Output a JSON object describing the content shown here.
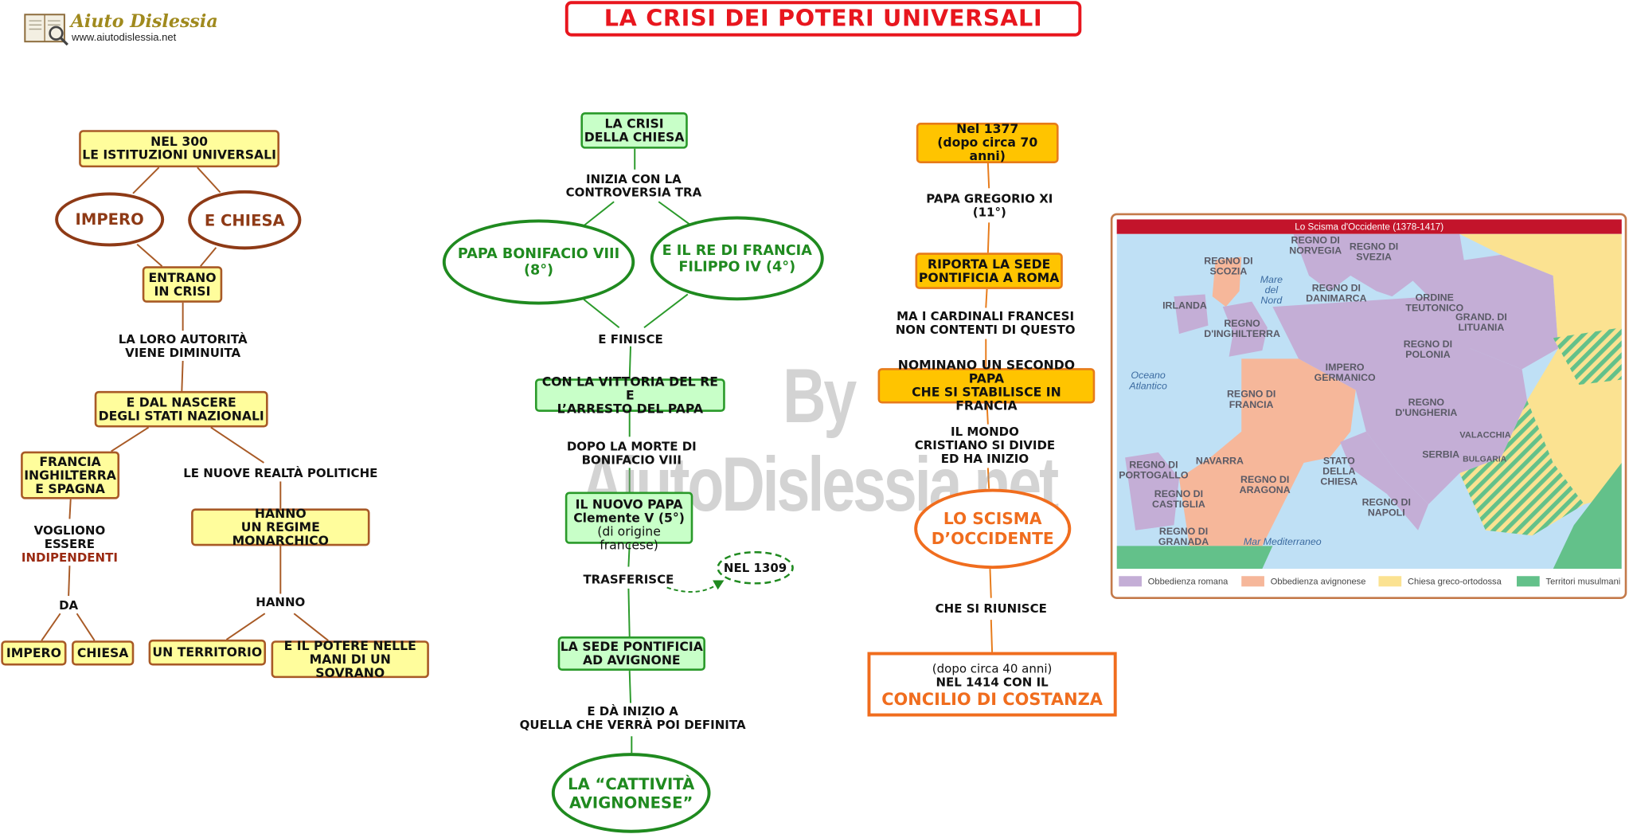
{
  "title": "LA CRISI DEI POTERI UNIVERSALI",
  "logo": {
    "name": "Aiuto Dislessia",
    "url": "www.aiutodislessia.net"
  },
  "watermark": "By AiutoDislessia.net",
  "colors": {
    "title_red": "#e8161e",
    "yellow_box": "#fffd9c",
    "green_box": "#c8ffc8",
    "orange_box": "#ffc400",
    "brown": "#8e3a16",
    "green": "#1f8a1f",
    "orange": "#f06d1e"
  },
  "left": {
    "nel300": "NEL 300\nLE ISTITUZIONI UNIVERSALI",
    "impero": "IMPERO",
    "chiesa": "E CHIESA",
    "entrano": "ENTRANO\nIN CRISI",
    "autorita": "LA LORO AUTORITÀ\nVIENE DIMINUITA",
    "stati": "E DAL NASCERE\nDEGLI STATI NAZIONALI",
    "francia": "FRANCIA\nINGHILTERRA\nE SPAGNA",
    "realta": "LE NUOVE REALTÀ POLITICHE",
    "vogliono": "VOGLIONO\nESSERE",
    "indipendenti": "INDIPENDENTI",
    "hanno_regime": "HANNO\nUN REGIME MONARCHICO",
    "da": "DA",
    "hanno": "HANNO",
    "impero2": "IMPERO",
    "chiesa2": "CHIESA",
    "territorio": "UN TERRITORIO",
    "potere": "E IL POTERE NELLE\nMANI DI UN SOVRANO"
  },
  "center": {
    "crisi": "LA CRISI\nDELLA CHIESA",
    "inizia": "INIZIA CON LA\nCONTROVERSIA TRA",
    "bonifacio": "PAPA BONIFACIO VIII\n(8°)",
    "filippo": "E IL RE DI FRANCIA\nFILIPPO IV (4°)",
    "finisce": "E FINISCE",
    "vittoria": "CON LA VITTORIA DEL RE E\nL’ARRESTO DEL PAPA",
    "morte": "DOPO LA MORTE DI\nBONIFACIO VIII",
    "nuovo_papa": "IL NUOVO PAPA\nClemente V (5°)",
    "origine": "(di origine francese)",
    "trasferisce": "TRASFERISCE",
    "nel1309": "NEL 1309",
    "sede": "LA SEDE PONTIFICIA\nAD AVIGNONE",
    "inizio": "E DÀ INIZIO A\nQUELLA CHE VERRÀ POI DEFINITA",
    "cattivita": "LA “CATTIVITÀ\nAVIGNONESE”"
  },
  "right": {
    "nel1377": "Nel 1377\n(dopo circa 70 anni)",
    "gregorio": "PAPA GREGORIO XI\n(11°)",
    "riporta": "RIPORTA LA SEDE\nPONTIFICIA A ROMA",
    "cardinali": "MA I CARDINALI FRANCESI\nNON CONTENTI DI QUESTO",
    "nominano": "NOMINANO UN SECONDO PAPA\nCHE SI STABILISCE IN FRANCIA",
    "mondo": "IL MONDO\nCRISTIANO SI DIVIDE\nED HA INIZIO",
    "scisma": "LO SCISMA\nD’OCCIDENTE",
    "riunisce": "CHE SI RIUNISCE",
    "dopo40": "(dopo circa 40 anni)",
    "nel1414": "NEL 1414 CON IL",
    "concilio": "CONCILIO DI COSTANZA"
  },
  "map": {
    "title": "Lo Scisma d'Occidente (1378-1417)",
    "colors": {
      "romana": "#c4aed6",
      "avignonese": "#f6b79a",
      "ortodossa": "#fbe291",
      "musulmani": "#63c18a",
      "sea": "#bfe0f5"
    },
    "labels": [
      "REGNO DI\nSCOZIA",
      "REGNO DI\nNORVEGIA",
      "REGNO DI\nSVEZIA",
      "IRLANDA",
      "REGNO DI\nDANIMARCA",
      "ORDINE\nTEUTONICO",
      "GRAND. DI\nLITUANIA",
      "REGNO\nD'INGHILTERRA",
      "REGNO DI\nPOLONIA",
      "IMPERO\nGERMANICO",
      "REGNO DI\nFRANCIA",
      "REGNO\nD'UNGHERIA",
      "VALACCHIA",
      "SERBIA",
      "BULGARIA",
      "REGNO DI\nPORTOGALLO",
      "NAVARRA",
      "REGNO DI\nARAGONA",
      "STATO\nDELLA\nCHIESA",
      "REGNO DI\nCASTIGLIA",
      "REGNO DI\nNAPOLI",
      "REGNO DI\nGRANADA"
    ],
    "seas": [
      "Mare\ndel\nNord",
      "Oceano\nAtlantico",
      "Mar Mediterraneo"
    ],
    "legend": [
      "Obbedienza romana",
      "Obbedienza avignonese",
      "Chiesa greco-ortodossa",
      "Territori musulmani"
    ]
  }
}
